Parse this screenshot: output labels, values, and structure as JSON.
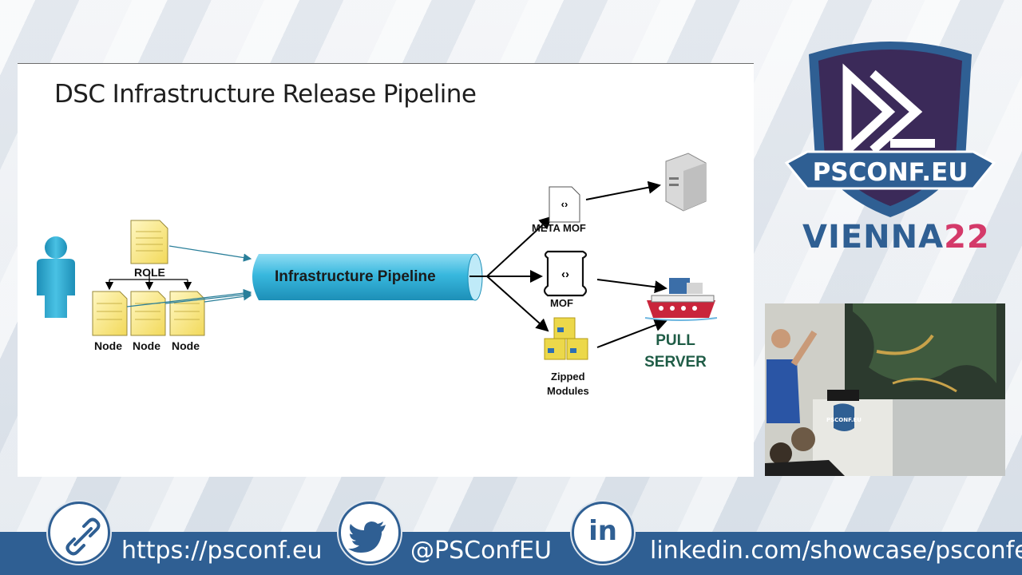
{
  "slide": {
    "title": "DSC Infrastructure Release Pipeline",
    "role_label": "ROLE",
    "node_labels": [
      "Node",
      "Node",
      "Node"
    ],
    "pipeline_label": "Infrastructure Pipeline",
    "meta_mof_label": "META MOF",
    "mof_label": "MOF",
    "zipped_label_line1": "Zipped",
    "zipped_label_line2": "Modules",
    "pull_line1": "PULL",
    "pull_line2": "SERVER"
  },
  "branding": {
    "logo_text": "PSCONF.EU",
    "city": "VIENNA",
    "year": "22",
    "podium_logo_text": "PSCONF.EU"
  },
  "footer": {
    "website": "https://psconf.eu",
    "twitter": "@PSConfEU",
    "linkedin_icon_text": "in",
    "linkedin": "linkedin.com/showcase/psconfeu"
  },
  "colors": {
    "footer_bar": "#2f5f93",
    "pipeline_cyan": "#2cb0d8",
    "pull_server": "#1f5c46",
    "year_pink": "#d43a6a",
    "shield_dark": "#3b2a59"
  },
  "icons": [
    "link-icon",
    "twitter-bird-icon",
    "linkedin-icon",
    "user-icon",
    "document-icon",
    "server-icon",
    "ship-icon",
    "scroll-icon",
    "package-icon"
  ]
}
